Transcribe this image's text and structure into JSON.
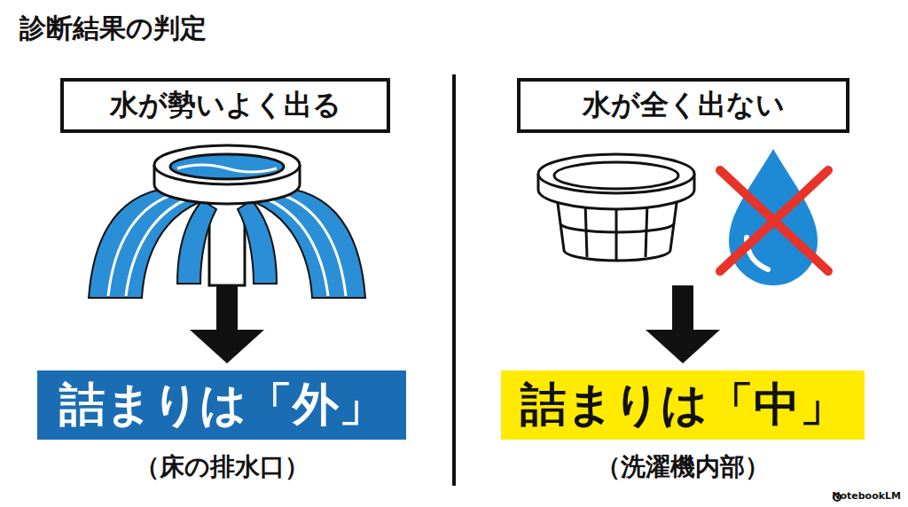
{
  "diagram": {
    "title": "診断結果の判定",
    "nodes": [
      {
        "text": [
          "水が勢いよく出る"
        ]
      },
      {
        "text": [
          "詰まりは「外」"
        ]
      },
      {
        "text": [
          "水が全く出ない"
        ]
      },
      {
        "text": [
          "詰まりは「中」"
        ]
      }
    ],
    "labels": [
      "（床の排水口）",
      "（洗濯機内部）",
      "NotebookLM"
    ]
  }
}
